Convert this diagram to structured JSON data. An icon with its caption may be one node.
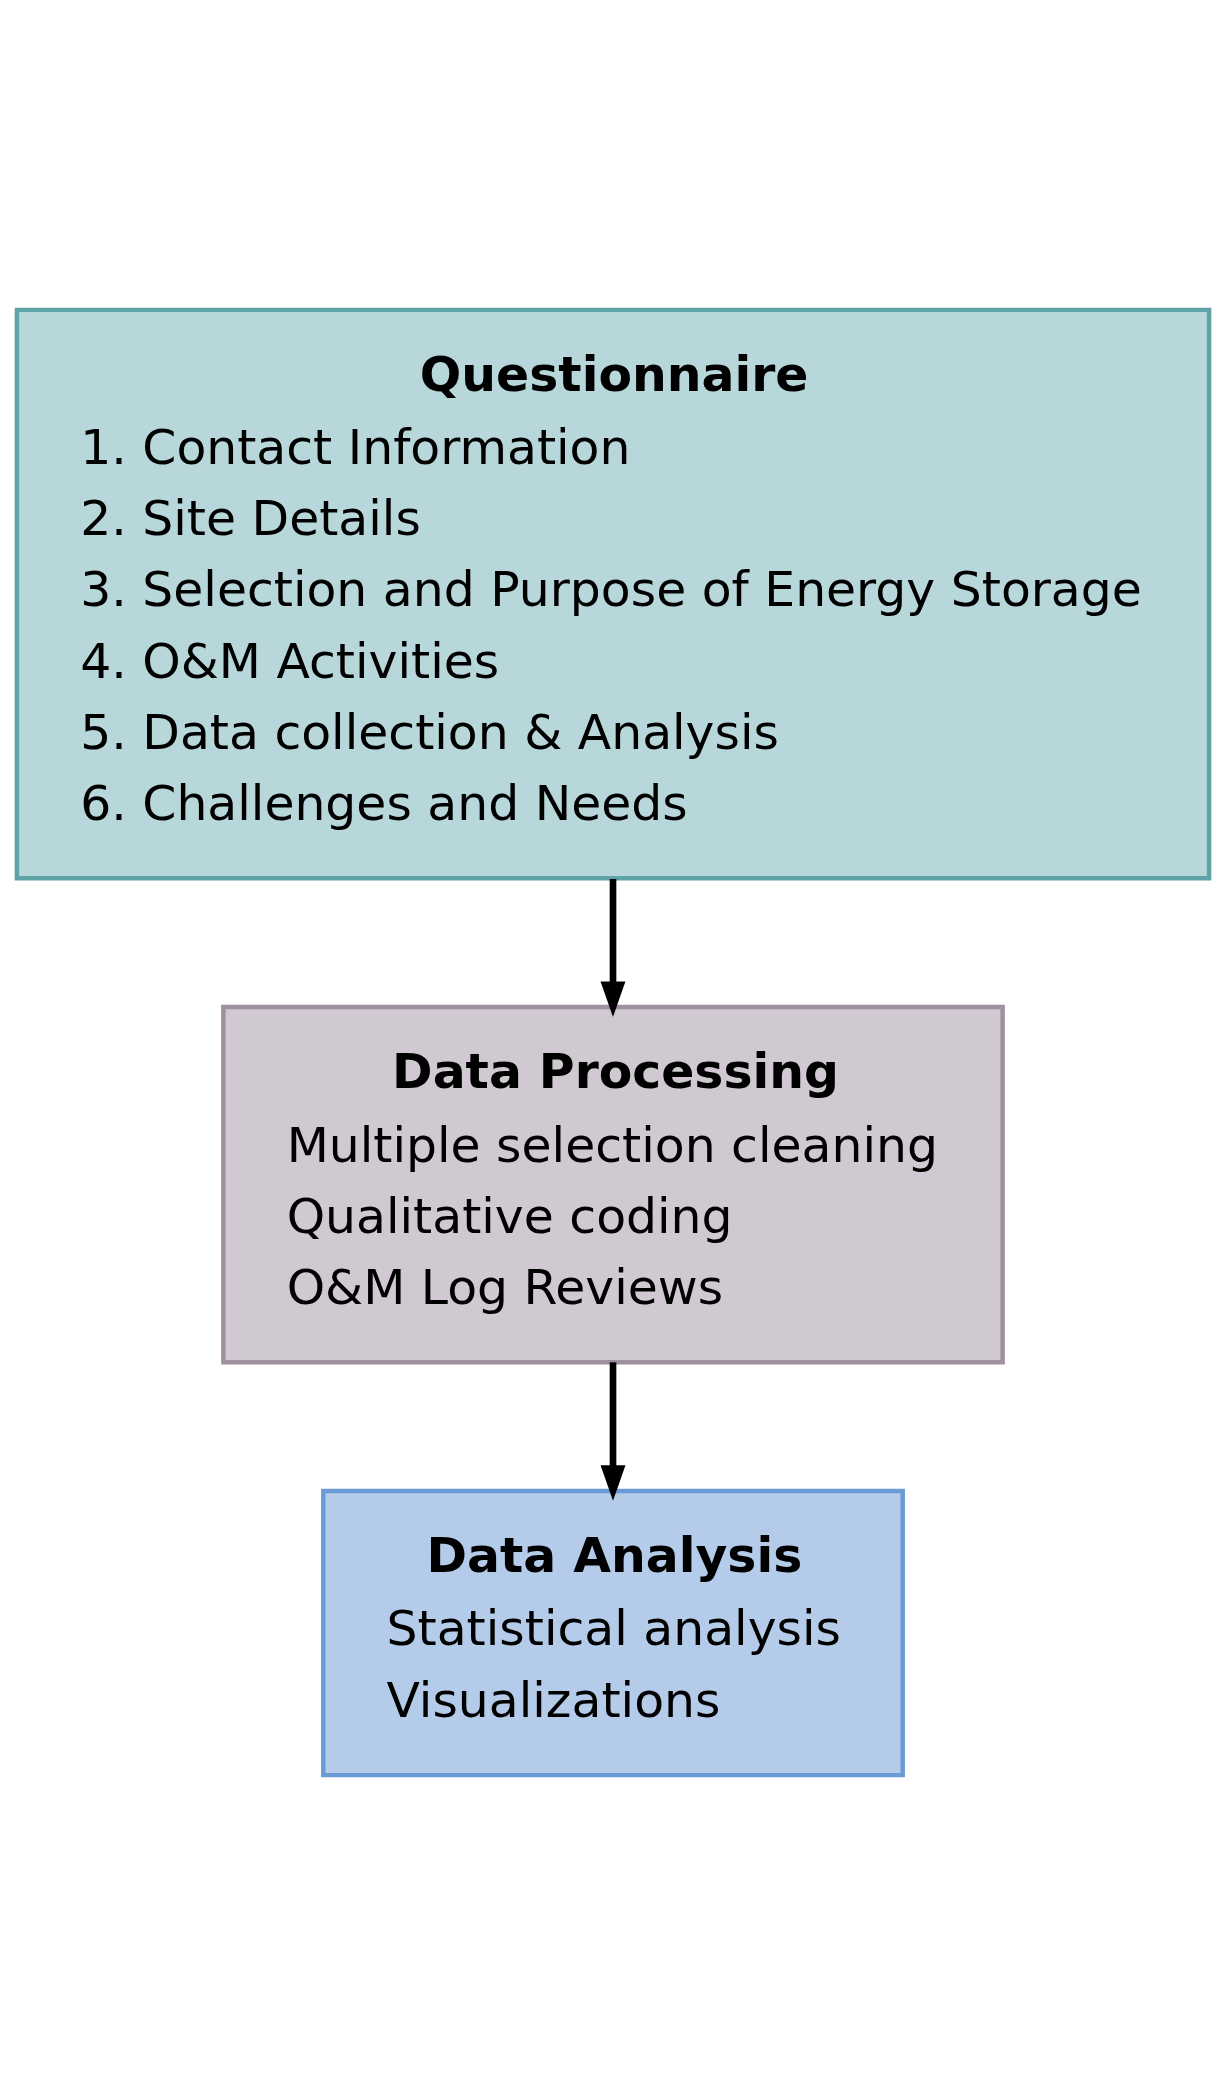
{
  "diagram": {
    "nodes": [
      {
        "text": [
          "Questionnaire",
          "1. Contact Information",
          "2. Site Details",
          "3. Selection and Purpose of Energy Storage",
          "4. O&M Activities",
          "5. Data collection & Analysis",
          "6. Challenges and Needs"
        ]
      },
      {
        "text": [
          "Data Processing",
          "Multiple selection cleaning",
          "Qualitative coding",
          "O&M Log Reviews"
        ]
      },
      {
        "text": [
          "Data Analysis",
          "Statistical analysis",
          "Visualizations"
        ]
      }
    ],
    "edges": [
      {
        "from": 0,
        "to": 1,
        "arrow": "to"
      },
      {
        "from": 1,
        "to": 2,
        "arrow": "to"
      }
    ]
  }
}
